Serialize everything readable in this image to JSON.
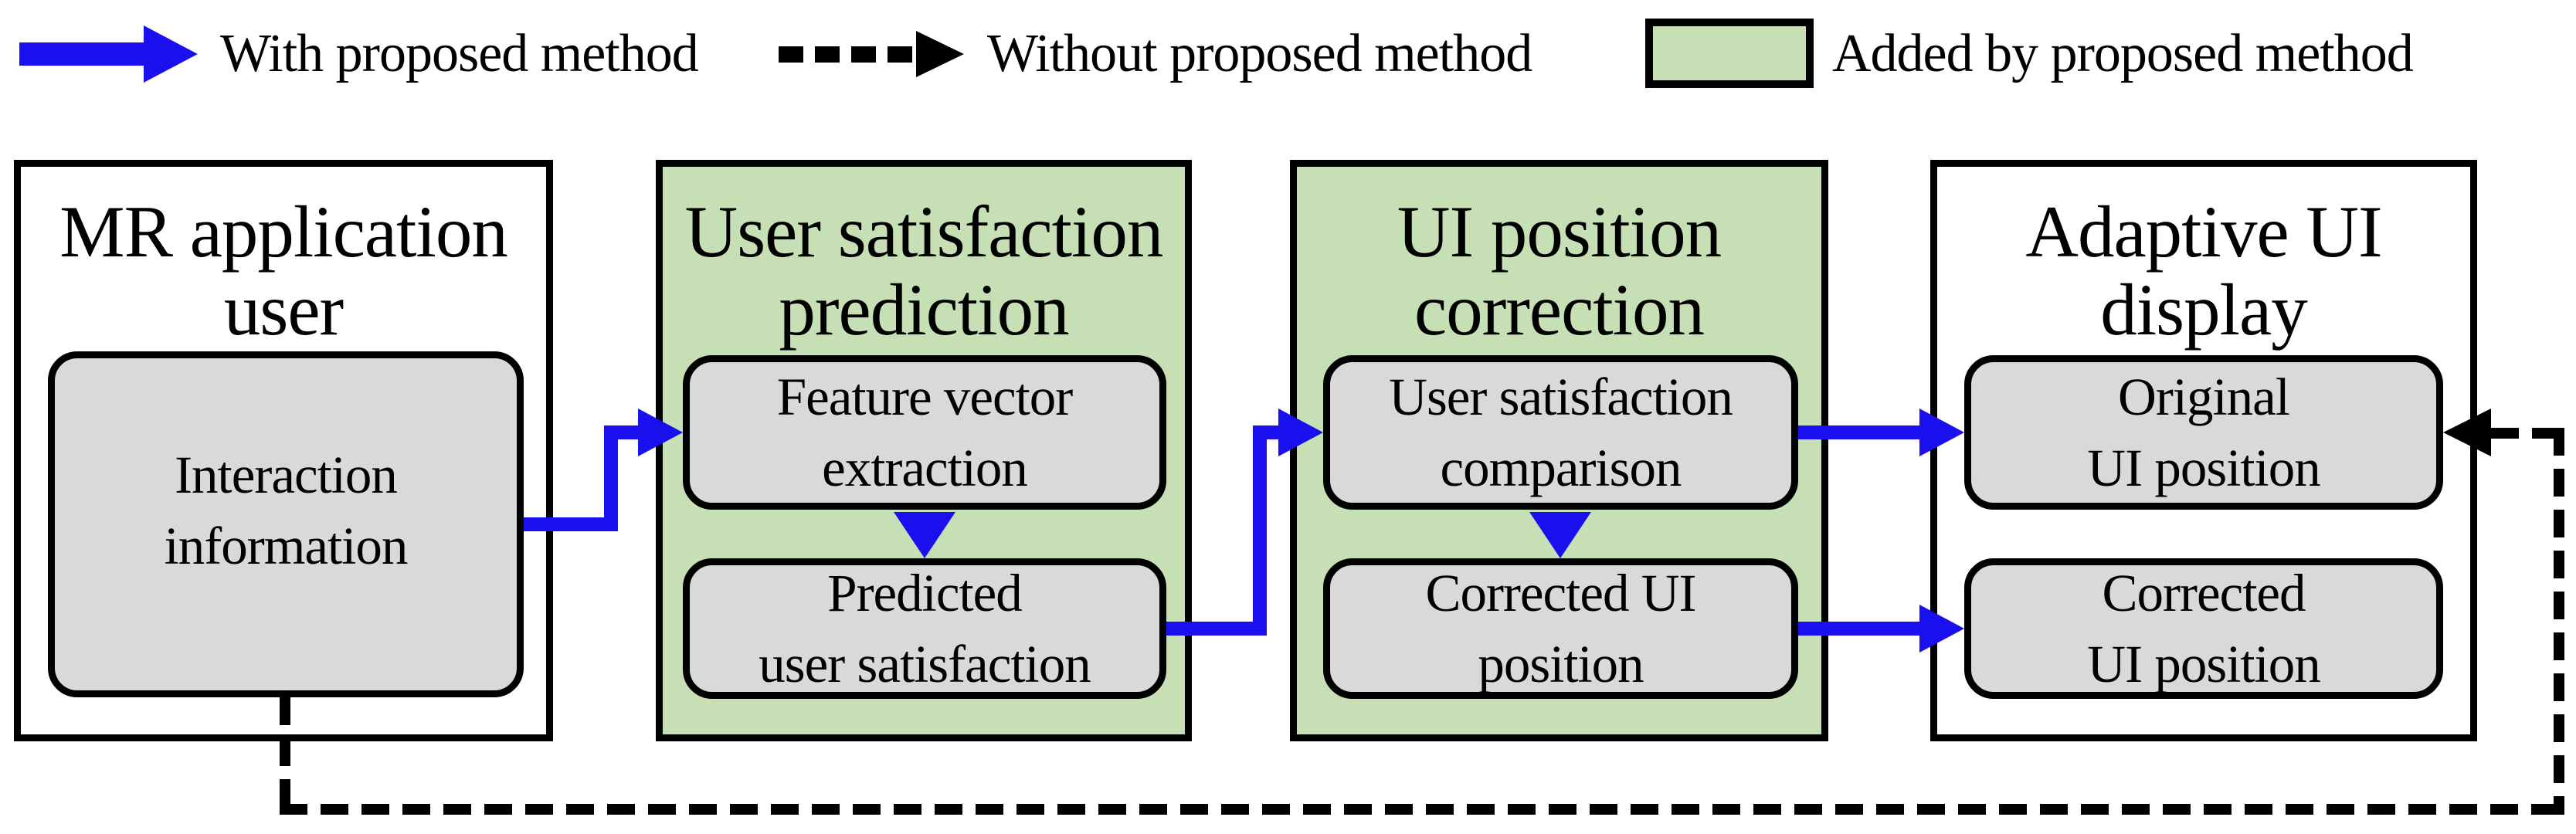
{
  "colors": {
    "arrow_blue": "#1a10ee",
    "box_green": "#c7dfb4",
    "node_gray": "#d9d9d9",
    "line_black": "#000000"
  },
  "legend": {
    "items": [
      {
        "symbol": "blue-solid-arrow",
        "label": "With proposed method"
      },
      {
        "symbol": "black-dashed-arrow",
        "label": "Without proposed method"
      },
      {
        "symbol": "green-box",
        "label": "Added by proposed method"
      }
    ]
  },
  "stages": [
    {
      "title_line1": "MR application",
      "title_line2": "user",
      "highlighted": false,
      "nodes": [
        {
          "line1": "Interaction",
          "line2": "information"
        }
      ]
    },
    {
      "title_line1": "User satisfaction",
      "title_line2": "prediction",
      "highlighted": true,
      "nodes": [
        {
          "line1": "Feature vector",
          "line2": "extraction"
        },
        {
          "line1": "Predicted",
          "line2": "user satisfaction"
        }
      ]
    },
    {
      "title_line1": "UI position",
      "title_line2": "correction",
      "highlighted": true,
      "nodes": [
        {
          "line1": "User satisfaction",
          "line2": "comparison"
        },
        {
          "line1": "Corrected UI",
          "line2": "position"
        }
      ]
    },
    {
      "title_line1": "Adaptive UI",
      "title_line2": "display",
      "highlighted": false,
      "nodes": [
        {
          "line1": "Original",
          "line2": "UI position"
        },
        {
          "line1": "Corrected",
          "line2": "UI position"
        }
      ]
    }
  ]
}
